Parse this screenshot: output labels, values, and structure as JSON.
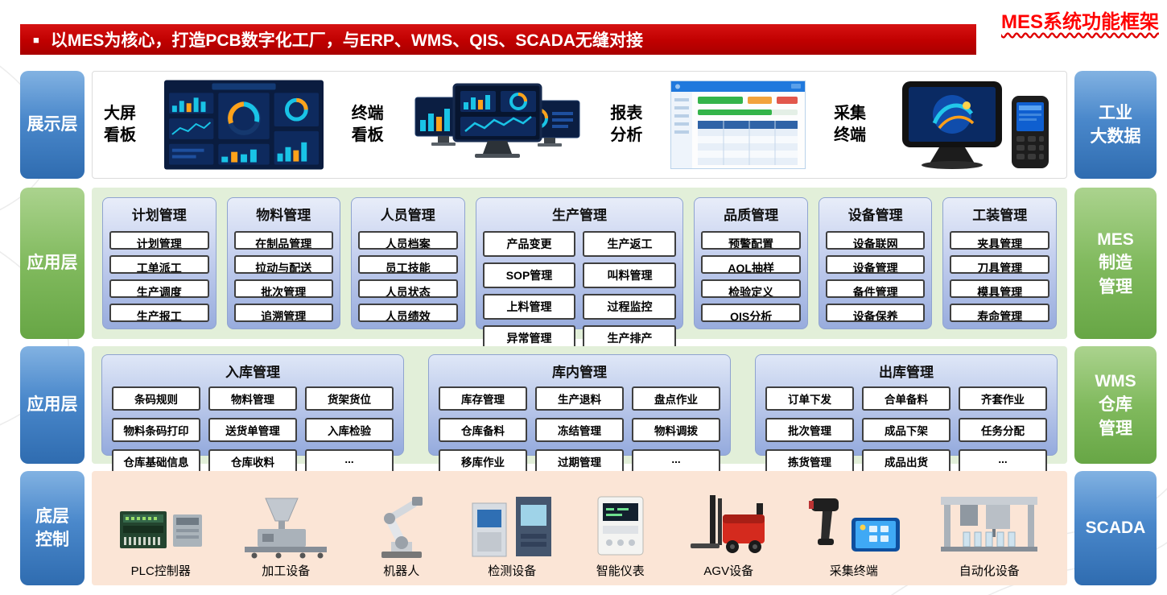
{
  "page_title": "MES系统功能框架",
  "header": {
    "bullet": "■",
    "text": "以MES为核心，打造PCB数字化工厂，与ERP、WMS、QIS、SCADA无缝对接"
  },
  "display_layer": {
    "label": "展示层",
    "right_label": "工业\n大数据",
    "items": [
      "大屏\n看板",
      "终端\n看板",
      "报表\n分析",
      "采集\n终端"
    ]
  },
  "mes_layer": {
    "label": "应用层",
    "right_label": "MES\n制造\n管理",
    "modules": [
      {
        "title": "计划管理",
        "items": [
          "计划管理",
          "工单派工",
          "生产调度",
          "生产报工"
        ]
      },
      {
        "title": "物料管理",
        "items": [
          "在制品管理",
          "拉动与配送",
          "批次管理",
          "追溯管理"
        ]
      },
      {
        "title": "人员管理",
        "items": [
          "人员档案",
          "员工技能",
          "人员状态",
          "人员绩效"
        ]
      },
      {
        "title": "生产管理",
        "rows": [
          [
            "产品变更",
            "生产返工"
          ],
          [
            "SOP管理",
            "叫料管理"
          ],
          [
            "上料管理",
            "过程监控"
          ],
          [
            "异常管理",
            "生产排产"
          ]
        ]
      },
      {
        "title": "品质管理",
        "items": [
          "预警配置",
          "AQL抽样",
          "检验定义",
          "QIS分析"
        ]
      },
      {
        "title": "设备管理",
        "items": [
          "设备联网",
          "设备管理",
          "备件管理",
          "设备保养"
        ]
      },
      {
        "title": "工装管理",
        "items": [
          "夹具管理",
          "刀具管理",
          "模具管理",
          "寿命管理"
        ]
      }
    ]
  },
  "wms_layer": {
    "label": "应用层",
    "right_label": "WMS\n仓库\n管理",
    "modules": [
      {
        "title": "入库管理",
        "rows": [
          [
            "条码规则",
            "物料管理",
            "货架货位"
          ],
          [
            "物料条码打印",
            "送货单管理",
            "入库检验"
          ],
          [
            "仓库基础信息",
            "仓库收料",
            "..."
          ]
        ]
      },
      {
        "title": "库内管理",
        "rows": [
          [
            "库存管理",
            "生产退料",
            "盘点作业"
          ],
          [
            "仓库备料",
            "冻结管理",
            "物料调拨"
          ],
          [
            "移库作业",
            "过期管理",
            "..."
          ]
        ]
      },
      {
        "title": "出库管理",
        "rows": [
          [
            "订单下发",
            "合单备料",
            "齐套作业"
          ],
          [
            "批次管理",
            "成品下架",
            "任务分配"
          ],
          [
            "拣货管理",
            "成品出货",
            "..."
          ]
        ]
      }
    ]
  },
  "control_layer": {
    "label": "底层\n控制",
    "right_label": "SCADA",
    "devices": [
      "PLC控制器",
      "加工设备",
      "机器人",
      "检测设备",
      "智能仪表",
      "AGV设备",
      "采集终端",
      "自动化设备"
    ]
  },
  "colors": {
    "header_red": "#c00000",
    "title_red": "#ff0000",
    "blue_label": "#3a7cc4",
    "green_label": "#7cb45a",
    "layer_green_bg": "#e2efd9",
    "module_blue": "#98acdd",
    "control_peach_bg": "#fbe5d6"
  }
}
